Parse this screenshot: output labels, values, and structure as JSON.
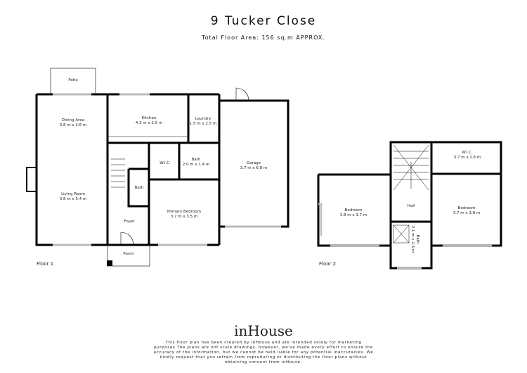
{
  "header": {
    "title": "9 Tucker Close",
    "subtitle": "Total Floor Area: 156 sq.m APPROX."
  },
  "floor1": {
    "label": "Floor 1",
    "rooms": [
      {
        "name": "Patio",
        "size": ""
      },
      {
        "name": "Dining Area",
        "size": "3.8 m x 2.6 m"
      },
      {
        "name": "Kitchen",
        "size": "4.3 m x 2.5 m"
      },
      {
        "name": "Laundry",
        "size": "1.5 m x 2.5 m"
      },
      {
        "name": "Garage",
        "size": "3.7 m x 6.8 m"
      },
      {
        "name": "W.I.C.",
        "size": ""
      },
      {
        "name": "Bath",
        "size": "2.0 m x 1.4 m"
      },
      {
        "name": "Bath",
        "size": ""
      },
      {
        "name": "Living Room",
        "size": "3.8 m x 5.4 m"
      },
      {
        "name": "Primary Bedroom",
        "size": "3.7 m x 3.5 m"
      },
      {
        "name": "Foyer",
        "size": ""
      },
      {
        "name": "Porch",
        "size": ""
      }
    ]
  },
  "floor2": {
    "label": "Floor 2",
    "rooms": [
      {
        "name": "W.I.C.",
        "size": "3.7 m x 1.6 m"
      },
      {
        "name": "Bedroom",
        "size": "3.8 m x 3.7 m"
      },
      {
        "name": "Hall",
        "size": ""
      },
      {
        "name": "Bedroom",
        "size": "3.7 m x 3.8 m"
      },
      {
        "name": "Bath",
        "size": "2.1 m x 2.4 m"
      }
    ]
  },
  "footer": {
    "logo": "inHouse",
    "disclaimer": "This floor plan has been created by inHouse and are intended solely for marketing purposes.The plans are not scale drawings, however, we've made every effort to ensure the accuracy of the information, but we cannot be held liable for any potential inaccuracies. We kindly request that you refrain from reproducing or distributing the floor plans without obtaining consent from inHouse."
  }
}
